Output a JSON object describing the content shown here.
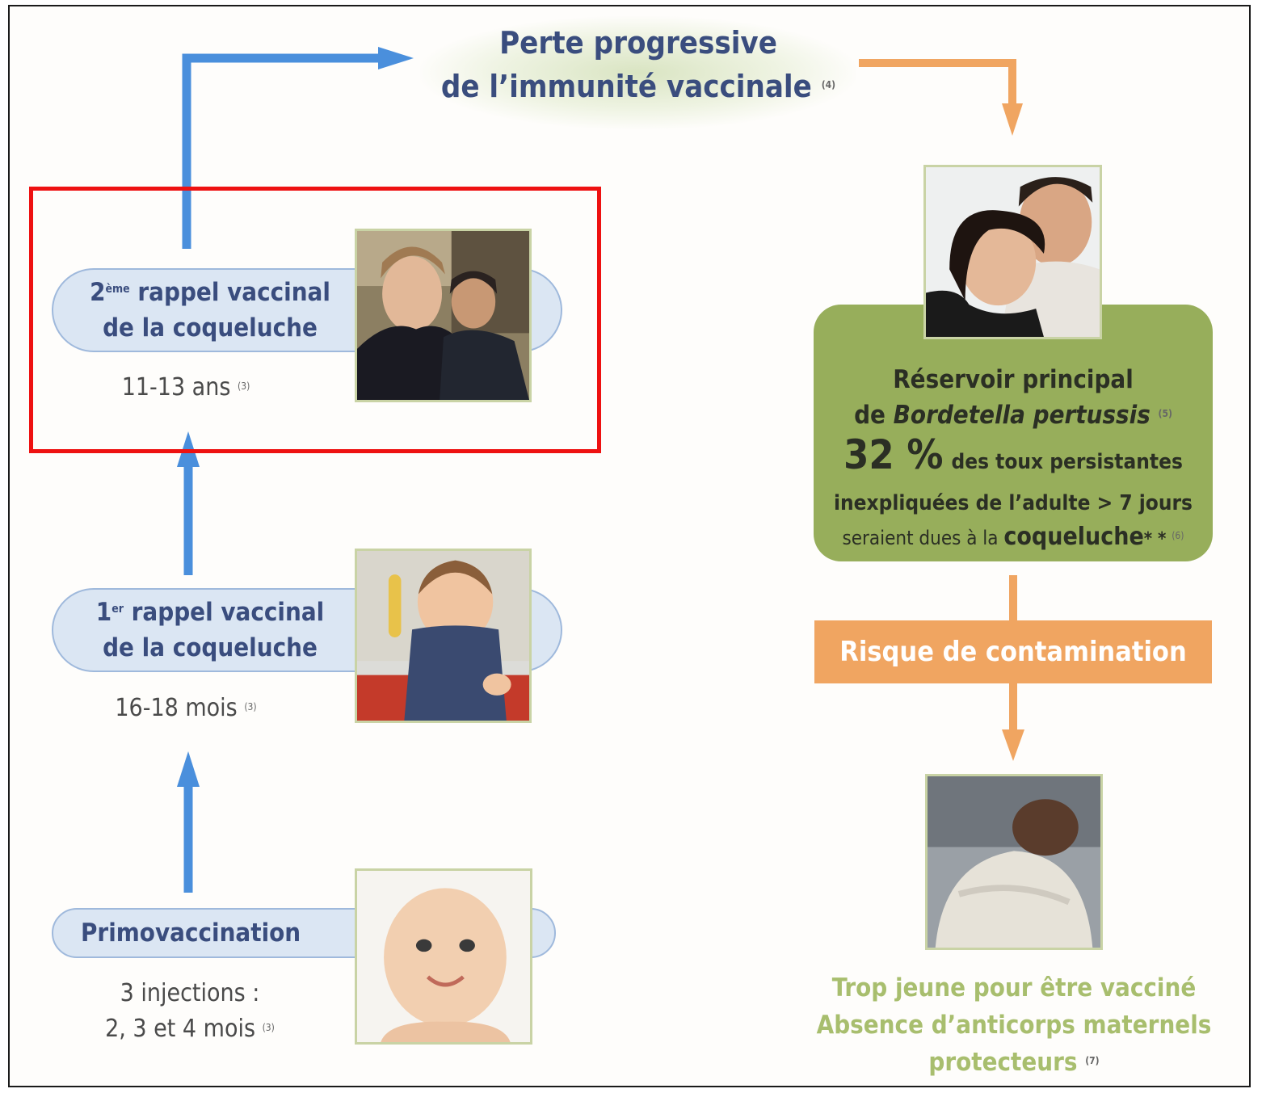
{
  "title": {
    "line1": "Perte progressive",
    "line2": "de l’immunité vaccinale",
    "ref": "(4)"
  },
  "left_column": [
    {
      "label_prefix": "2",
      "label_sup": "ème",
      "label_line1": " rappel vaccinal",
      "label_line2": "de la coqueluche",
      "age": "11-13 ans",
      "ref": "(3)",
      "photo": "two-teenagers-photo"
    },
    {
      "label_prefix": "1",
      "label_sup": "er",
      "label_line1": " rappel vaccinal",
      "label_line2": "de la coqueluche",
      "age": "16-18 mois",
      "ref": "(3)",
      "photo": "baby-with-phone-photo"
    },
    {
      "label": "Primovaccination",
      "age_line1": "3 injections :",
      "age_line2": "2, 3 et 4 mois",
      "ref": "(3)",
      "photo": "smiling-baby-photo"
    }
  ],
  "reservoir": {
    "line1": "Réservoir principal",
    "line2_prefix": "de ",
    "line2_italic": "Bordetella pertussis",
    "ref1": "(5)",
    "percent": "32 %",
    "line3_rest": "des toux persistantes",
    "line4": "inexpliquées de l’adulte > 7 jours",
    "line5_prefix": "seraient dues à la ",
    "line5_bold": "coqueluche",
    "stars": "* *",
    "ref2": "(6)",
    "photo": "adult-couple-photo"
  },
  "risk_label": "Risque de contamination",
  "infant": {
    "line1": "Trop jeune pour être vacciné",
    "line2": "Absence d’anticorps maternels",
    "line3": "protecteurs",
    "ref": "(7)",
    "photo": "sleeping-newborn-photo"
  },
  "colors": {
    "blue_arrow": "#4a8fdc",
    "orange_arrow": "#f0a561",
    "green_box": "#97ae5b",
    "highlight": "#ee1111"
  }
}
